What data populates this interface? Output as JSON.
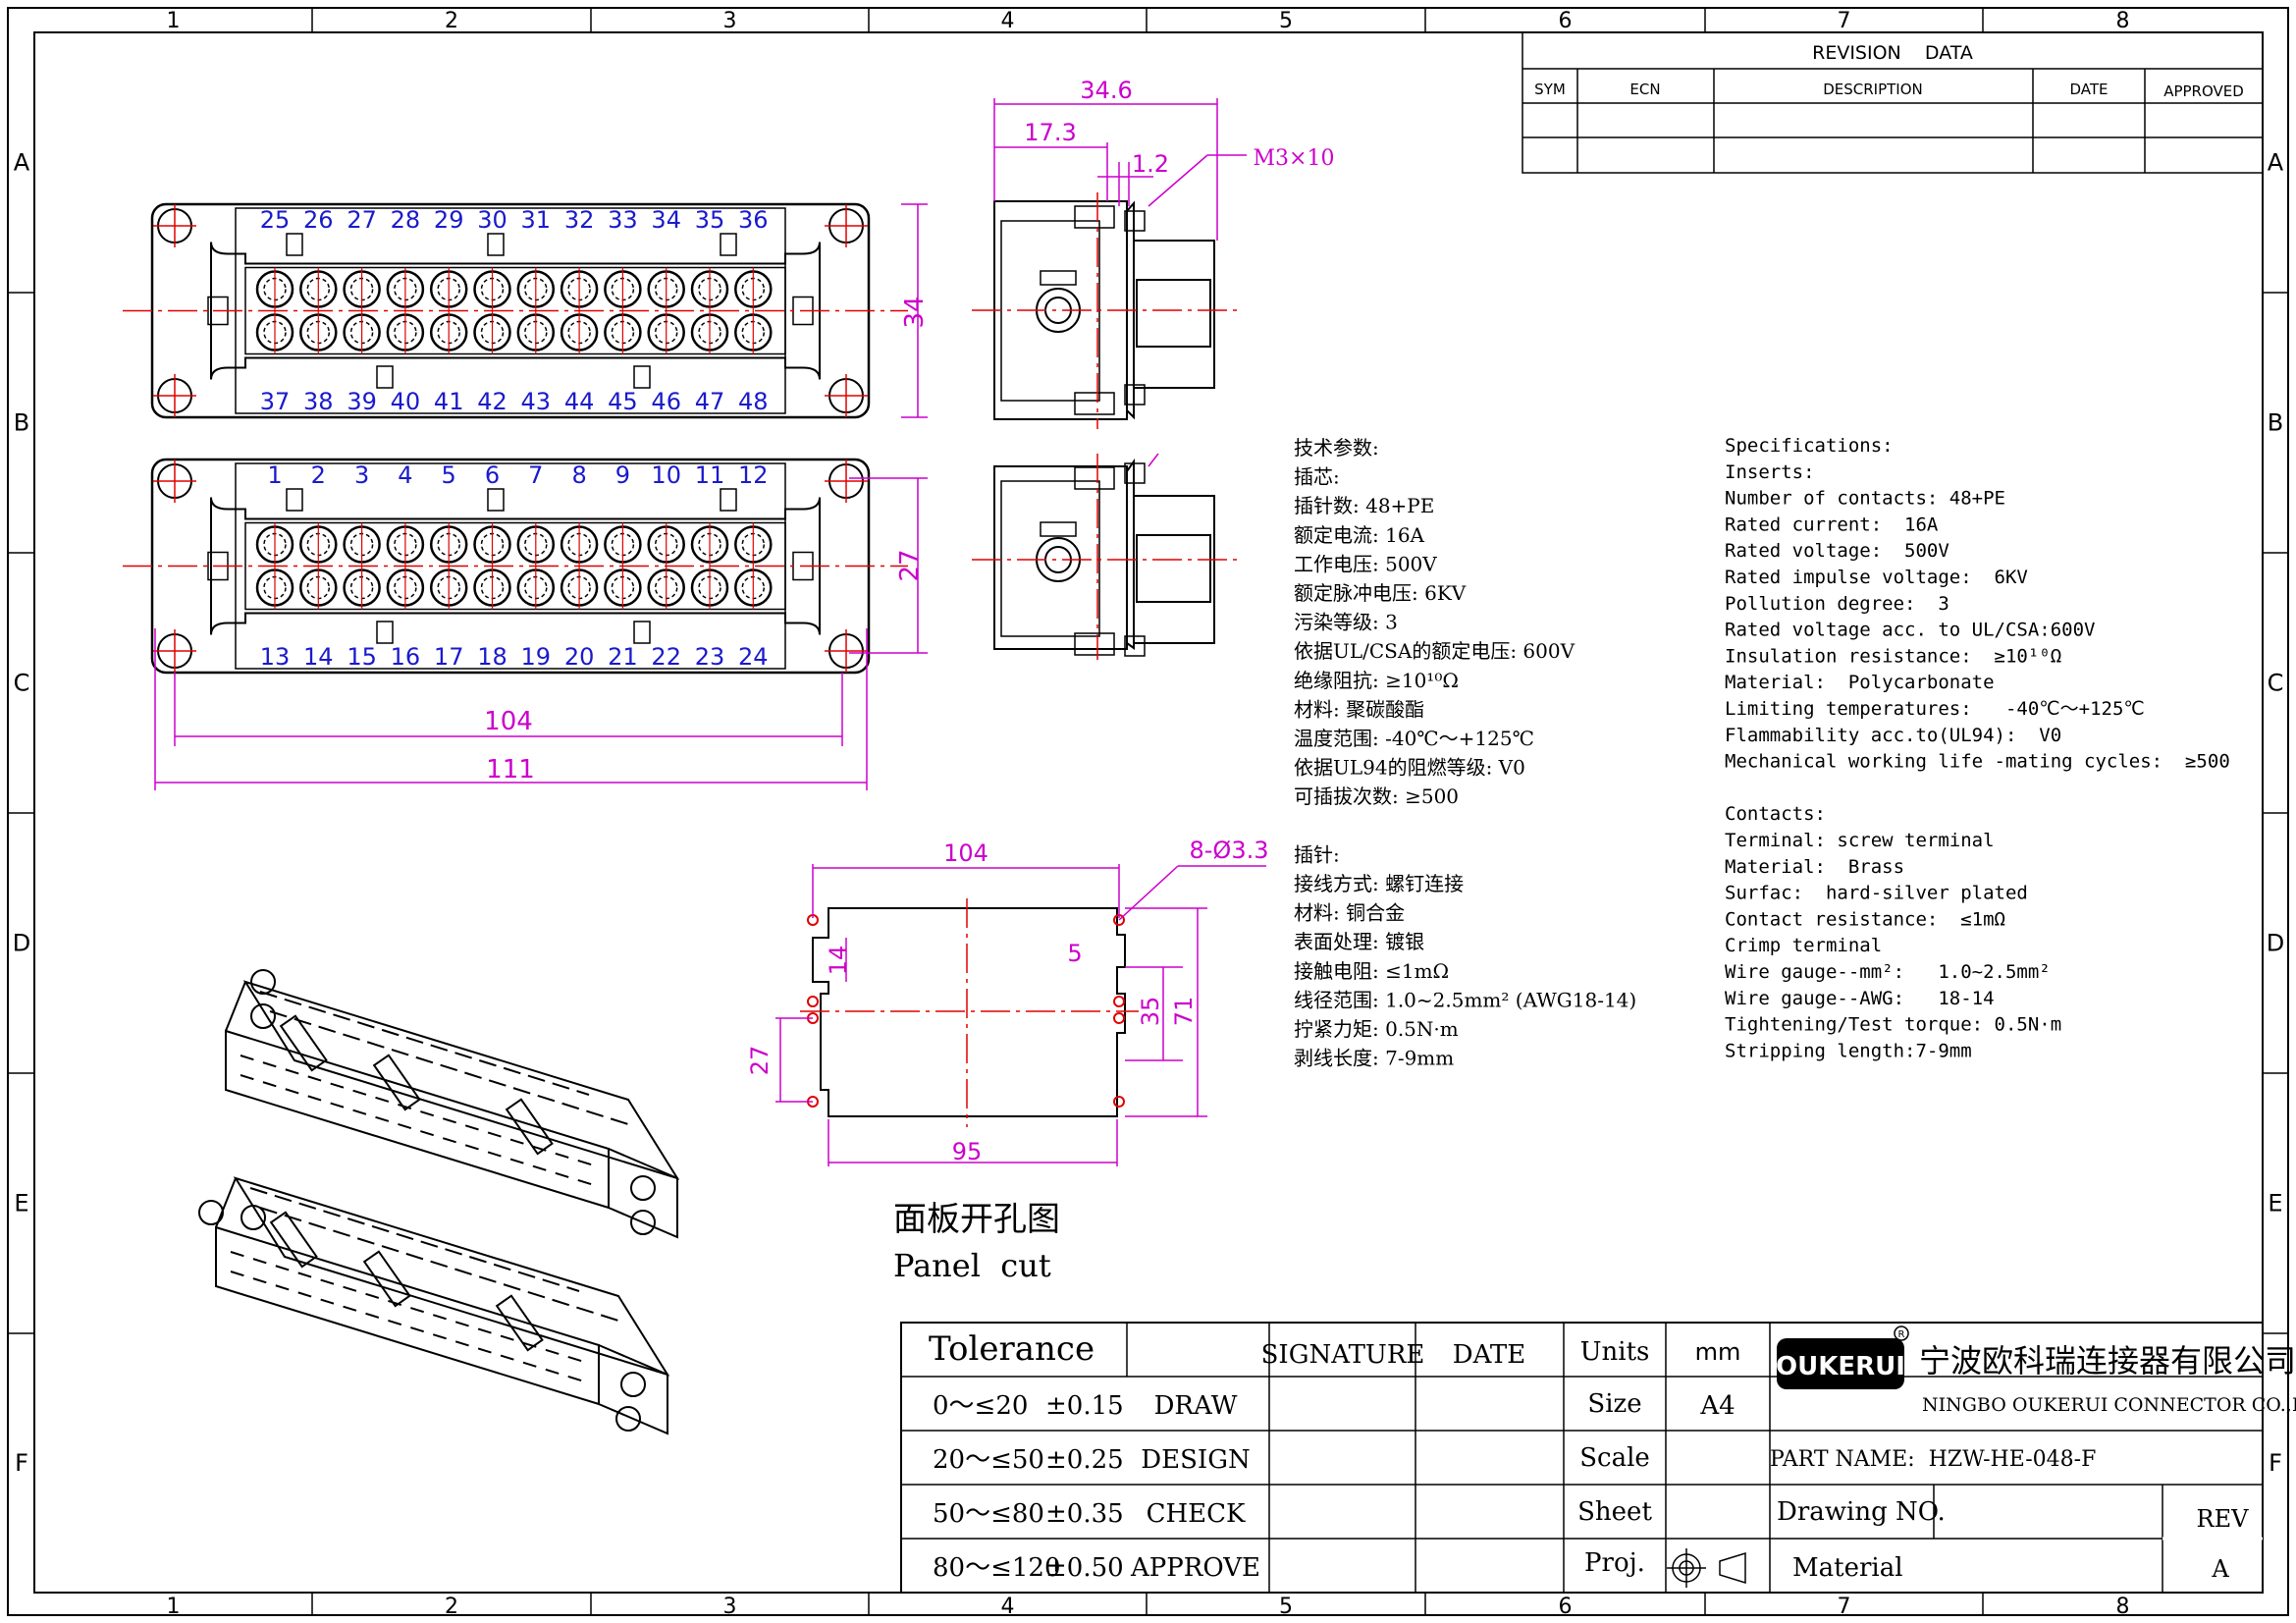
{
  "frame": {
    "columns": [
      "1",
      "2",
      "3",
      "4",
      "5",
      "6",
      "7",
      "8"
    ],
    "rows": [
      "A",
      "B",
      "C",
      "D",
      "E",
      "F"
    ]
  },
  "revision": {
    "title": "REVISION    DATA",
    "headers": [
      "SYM",
      "ECN",
      "DESCRIPTION",
      "DATE",
      "APPROVED"
    ]
  },
  "dims": {
    "top_width": "34.6",
    "top_17": "17.3",
    "top_12": "1.2",
    "screw": "M3×10",
    "h34": "34",
    "h27": "27",
    "w104": "104",
    "w111": "111",
    "cut_104": "104",
    "cut_holes": "8-Ø3.3",
    "cut_14": "14",
    "cut_5": "5",
    "cut_35": "35",
    "cut_71": "71",
    "cut_27": "27",
    "cut_95": "95"
  },
  "pins_top_upper": [
    "25",
    "26",
    "27",
    "28",
    "29",
    "30",
    "31",
    "32",
    "33",
    "34",
    "35",
    "36"
  ],
  "pins_top_lower": [
    "37",
    "38",
    "39",
    "40",
    "41",
    "42",
    "43",
    "44",
    "45",
    "46",
    "47",
    "48"
  ],
  "pins_bot_upper": [
    "1",
    "2",
    "3",
    "4",
    "5",
    "6",
    "7",
    "8",
    "9",
    "10",
    "11",
    "12"
  ],
  "pins_bot_lower": [
    "13",
    "14",
    "15",
    "16",
    "17",
    "18",
    "19",
    "20",
    "21",
    "22",
    "23",
    "24"
  ],
  "panel_cut": {
    "cn": "面板开孔图",
    "en": "Panel  cut"
  },
  "spec_cn": [
    "技术参数:",
    "插芯:",
    "插针数: 48+PE",
    "额定电流: 16A",
    "工作电压: 500V",
    "额定脉冲电压: 6KV",
    "污染等级: 3",
    "依据UL/CSA的额定电压: 600V",
    "绝缘阻抗: ≥10¹⁰Ω",
    "材料: 聚碳酸酯",
    "温度范围: -40℃～+125℃",
    "依据UL94的阻燃等级: V0",
    "可插拔次数: ≥500",
    "",
    "插针:",
    "接线方式: 螺钉连接",
    "材料: 铜合金",
    "表面处理: 镀银",
    "接触电阻: ≤1mΩ",
    "线径范围: 1.0~2.5mm² (AWG18-14)",
    "拧紧力矩: 0.5N·m",
    "剥线长度: 7-9mm"
  ],
  "spec_en": [
    "Specifications:",
    "Inserts:",
    "Number of contacts: 48+PE",
    "Rated current:  16A",
    "Rated voltage:  500V",
    "Rated impulse voltage:  6KV",
    "Pollution degree:  3",
    "Rated voltage acc. to UL/CSA:600V",
    "Insulation resistance:  ≥10¹⁰Ω",
    "Material:  Polycarbonate",
    "Limiting temperatures:   -40℃～+125℃",
    "Flammability acc.to(UL94):  V0",
    "Mechanical working life -mating cycles:  ≥500",
    "",
    "Contacts:",
    "Terminal: screw terminal",
    "Material:  Brass",
    "Surfac:  hard-silver plated",
    "Contact resistance:  ≤1mΩ",
    "Crimp terminal",
    "Wire gauge--mm²:   1.0~2.5mm²",
    "Wire gauge--AWG:   18-14",
    "Tightening/Test torque: 0.5N·m",
    "Stripping length:7-9mm"
  ],
  "title_block": {
    "tolerance": "Tolerance",
    "tol_rows": [
      {
        "range": "0～≤20",
        "tol": "±0.15",
        "role": "DRAW"
      },
      {
        "range": "20～≤50",
        "tol": "±0.25",
        "role": "DESIGN"
      },
      {
        "range": "50～≤80",
        "tol": "±0.35",
        "role": "CHECK"
      },
      {
        "range": "80～≤120",
        "tol": "±0.50",
        "role": "APPROVE"
      }
    ],
    "signature": "SIGNATURE",
    "date": "DATE",
    "units_label": "Units",
    "units_value": "mm",
    "size_label": "Size",
    "size_value": "A4",
    "scale_label": "Scale",
    "sheet_label": "Sheet",
    "proj_label": "Proj.",
    "logo": "OUKERUI",
    "company_cn": "宁波欧科瑞连接器有限公司",
    "company_en": "NINGBO OUKERUI CONNECTOR CO.,LTD.",
    "part_name": "PART NAME:  HZW-HE-048-F",
    "drawing_no": "Drawing NO.",
    "material": "Material",
    "rev_label": "REV",
    "rev_value": "A"
  },
  "colors": {
    "dim": "#cc00cc",
    "center": "#e00000",
    "pin": "#1a1acc",
    "line": "#000000"
  }
}
